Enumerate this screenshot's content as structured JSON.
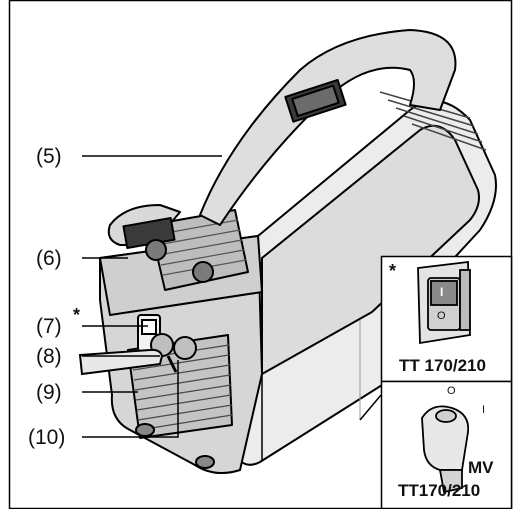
{
  "figure": {
    "callouts": [
      {
        "id": "5",
        "text": "(5)"
      },
      {
        "id": "6",
        "text": "(6)"
      },
      {
        "id": "7",
        "text": "(7)"
      },
      {
        "id": "8",
        "text": "(8)"
      },
      {
        "id": "9",
        "text": "(9)"
      },
      {
        "id": "10",
        "text": "(10)"
      }
    ],
    "callout_7_marker": "*",
    "inset_top": {
      "marker": "*",
      "switch_on_symbol": "I",
      "switch_off_symbol": "O",
      "label": "TT 170/210"
    },
    "inset_bottom": {
      "switch_off_symbol": "O",
      "switch_on_symbol": "I",
      "label_line1": "MV",
      "label_line2": "TT170/210"
    }
  }
}
